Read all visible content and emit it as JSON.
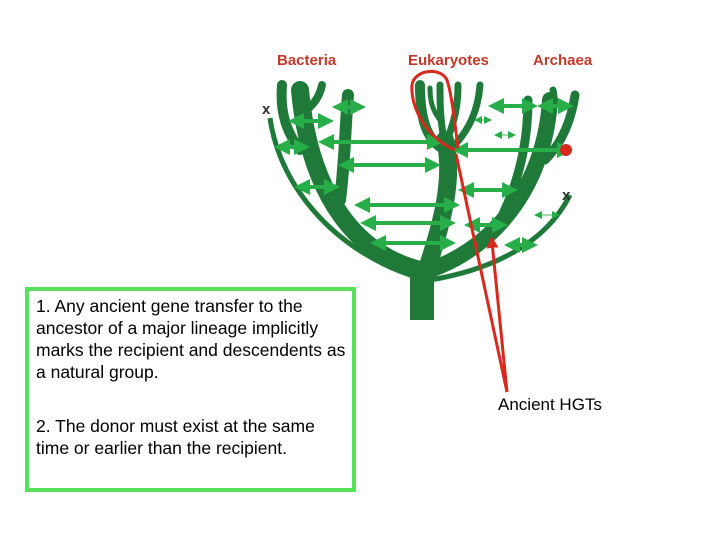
{
  "labels": {
    "bacteria": "Bacteria",
    "eukaryotes": "Eukaryotes",
    "archaea": "Archaea",
    "x_left": "x",
    "x_right": "x"
  },
  "notes": {
    "note1": "1. Any ancient gene transfer to the ancestor of a major lineage implicitly marks the recipient and descendents as a natural group.",
    "note2": "2. The donor must exist at the same time or earlier than the recipient."
  },
  "hgt_label": "Ancient HGTs",
  "colors": {
    "tree": "#1f7a3a",
    "arrow": "#27ae48",
    "red": "#d62a1e",
    "box_border": "#58e05a",
    "domain_text": "#c0392b"
  }
}
